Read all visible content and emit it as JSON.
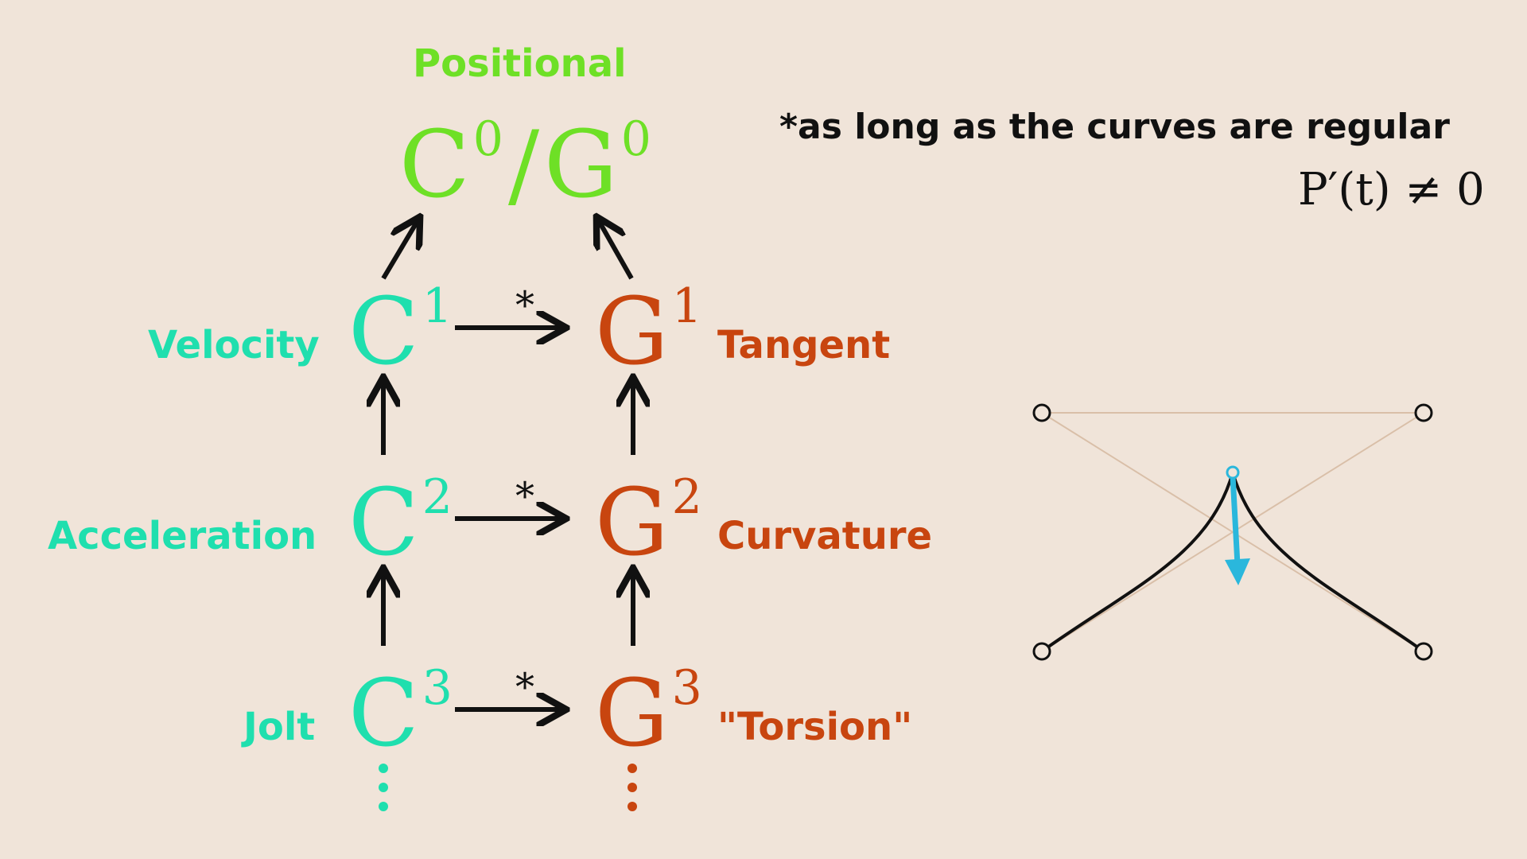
{
  "top": {
    "label": "Positional",
    "C0": "C",
    "C0_sup": "0",
    "slash": "/",
    "G0": "G",
    "G0_sup": "0"
  },
  "rows": [
    {
      "left_label": "Velocity",
      "c": "C",
      "c_sup": "1",
      "g": "G",
      "g_sup": "1",
      "right_label": "Tangent",
      "star": "*"
    },
    {
      "left_label": "Acceleration",
      "c": "C",
      "c_sup": "2",
      "g": "G",
      "g_sup": "2",
      "right_label": "Curvature",
      "star": "*"
    },
    {
      "left_label": "Jolt",
      "c": "C",
      "c_sup": "3",
      "g": "G",
      "g_sup": "3",
      "right_label": "\"Torsion\"",
      "star": "*"
    }
  ],
  "note": {
    "text": "*as long as the curves are regular",
    "formula": "P′(t) ≠ 0"
  },
  "colors": {
    "background": "#f0e4d9",
    "continuity_C": "#1fdfae",
    "geometric_G": "#c8450f",
    "positional": "#6ee026",
    "arrow": "#111111",
    "tangent_vector": "#2ab7dc",
    "control_polygon": "#d9bfa8"
  },
  "illustration": {
    "joint_vector": "tangent-vector-arrow"
  }
}
